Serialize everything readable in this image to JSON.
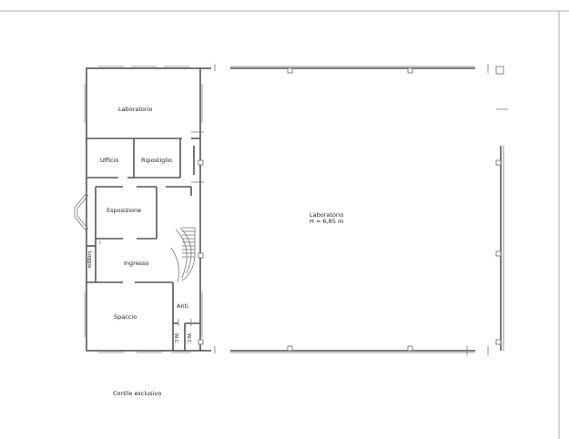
{
  "plan": {
    "rooms": {
      "laboratorio_small": "Laboratorio",
      "ufficio": "Ufficio",
      "ripostiglio": "Ripostiglio",
      "esposizione": "Esposizione",
      "ingresso": "Ingresso",
      "loggia": "Loggia",
      "spaccio": "Spaccio",
      "anti": "Anti",
      "wc_1": "W.C.",
      "wc_2": "W.C.",
      "laboratorio_main": "Laboratorio",
      "laboratorio_main_height": "H = 6,85 m"
    },
    "outdoor": {
      "cortile": "Cortile esclusivo"
    }
  },
  "colors": {
    "wall": "#555555",
    "frame": "#888888",
    "background": "#ffffff"
  }
}
